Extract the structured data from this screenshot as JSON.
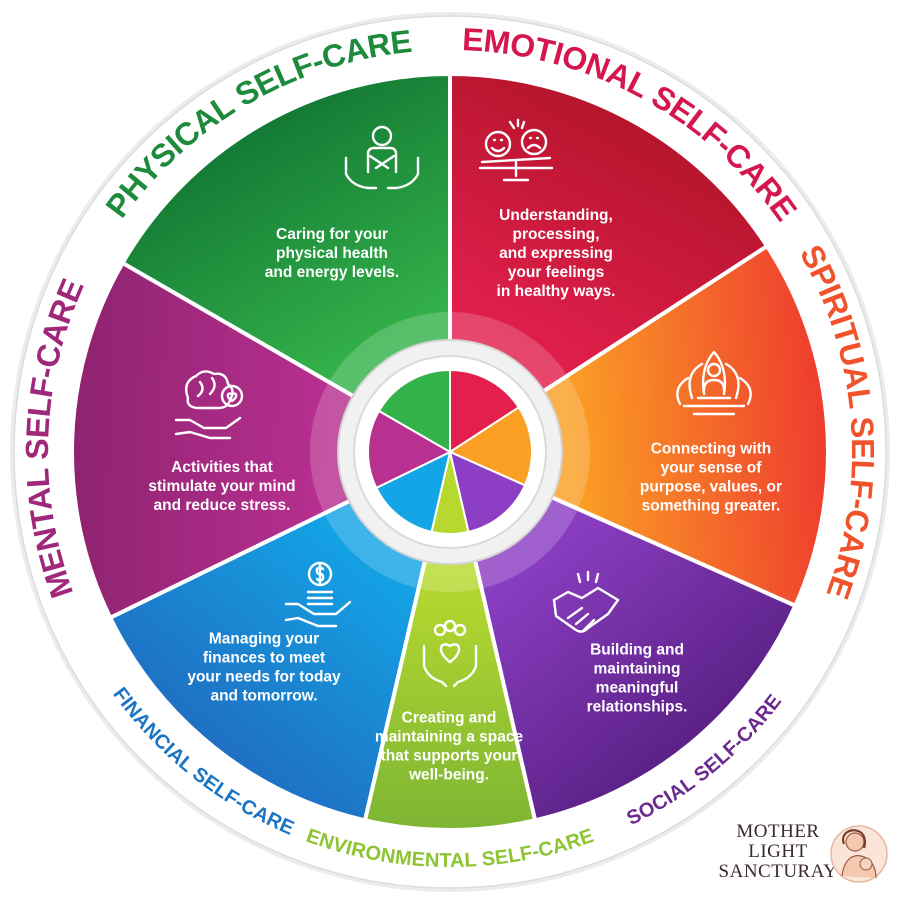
{
  "segments": [
    {
      "id": "physical",
      "title": "PHYSICAL SELF-CARE",
      "title_color": "#1e8a3c",
      "color_light": "#34b24a",
      "color_dark": "#137a35",
      "description": [
        "Caring for your",
        "physical health",
        "and energy levels."
      ],
      "icon": "self-care-hands-icon"
    },
    {
      "id": "emotional",
      "title": "EMOTIONAL SELF-CARE",
      "title_color": "#d6174f",
      "color_light": "#e21f4d",
      "color_dark": "#b5152c",
      "description": [
        "Understanding,",
        "processing,",
        "and expressing",
        "your feelings",
        "in healthy ways."
      ],
      "icon": "emotions-balance-icon"
    },
    {
      "id": "spiritual",
      "title": "SPIRITUAL SELF-CARE",
      "title_color": "#f0532b",
      "color_light": "#fba024",
      "color_dark": "#ee3b2f",
      "description": [
        "Connecting with",
        "your sense of",
        "purpose, values, or",
        "something greater."
      ],
      "icon": "lotus-meditation-icon"
    },
    {
      "id": "social",
      "title": "SOCIAL SELF-CARE",
      "title_color": "#6b2a8e",
      "color_light": "#8c3fc4",
      "color_dark": "#5b2186",
      "description": [
        "Building and",
        "maintaining",
        "meaningful",
        "relationships."
      ],
      "icon": "handshake-icon"
    },
    {
      "id": "environmental",
      "title": "ENVIRONMENTAL SELF-CARE",
      "title_color": "#8cc432",
      "color_light": "#b7d92f",
      "color_dark": "#7cb534",
      "description": [
        "Creating and",
        "maintaining a space",
        "that supports your",
        "well-being."
      ],
      "icon": "community-heart-hands-icon"
    },
    {
      "id": "financial",
      "title": "FINANCIAL SELF-CARE",
      "title_color": "#1b74c4",
      "color_light": "#13a5e6",
      "color_dark": "#1f6fc2",
      "description": [
        "Managing your",
        "finances to meet",
        "your needs for today",
        "and tomorrow."
      ],
      "icon": "money-hand-icon"
    },
    {
      "id": "mental",
      "title": "MENTAL SELF-CARE",
      "title_color": "#a0287a",
      "color_light": "#b83090",
      "color_dark": "#8e2370",
      "description": [
        "Activities that",
        "stimulate your mind",
        "and reduce stress."
      ],
      "icon": "brain-heart-hand-icon"
    }
  ],
  "brand": {
    "line1": "MOTHER",
    "line2": "LIGHT",
    "line3": "SANCTURAY"
  }
}
